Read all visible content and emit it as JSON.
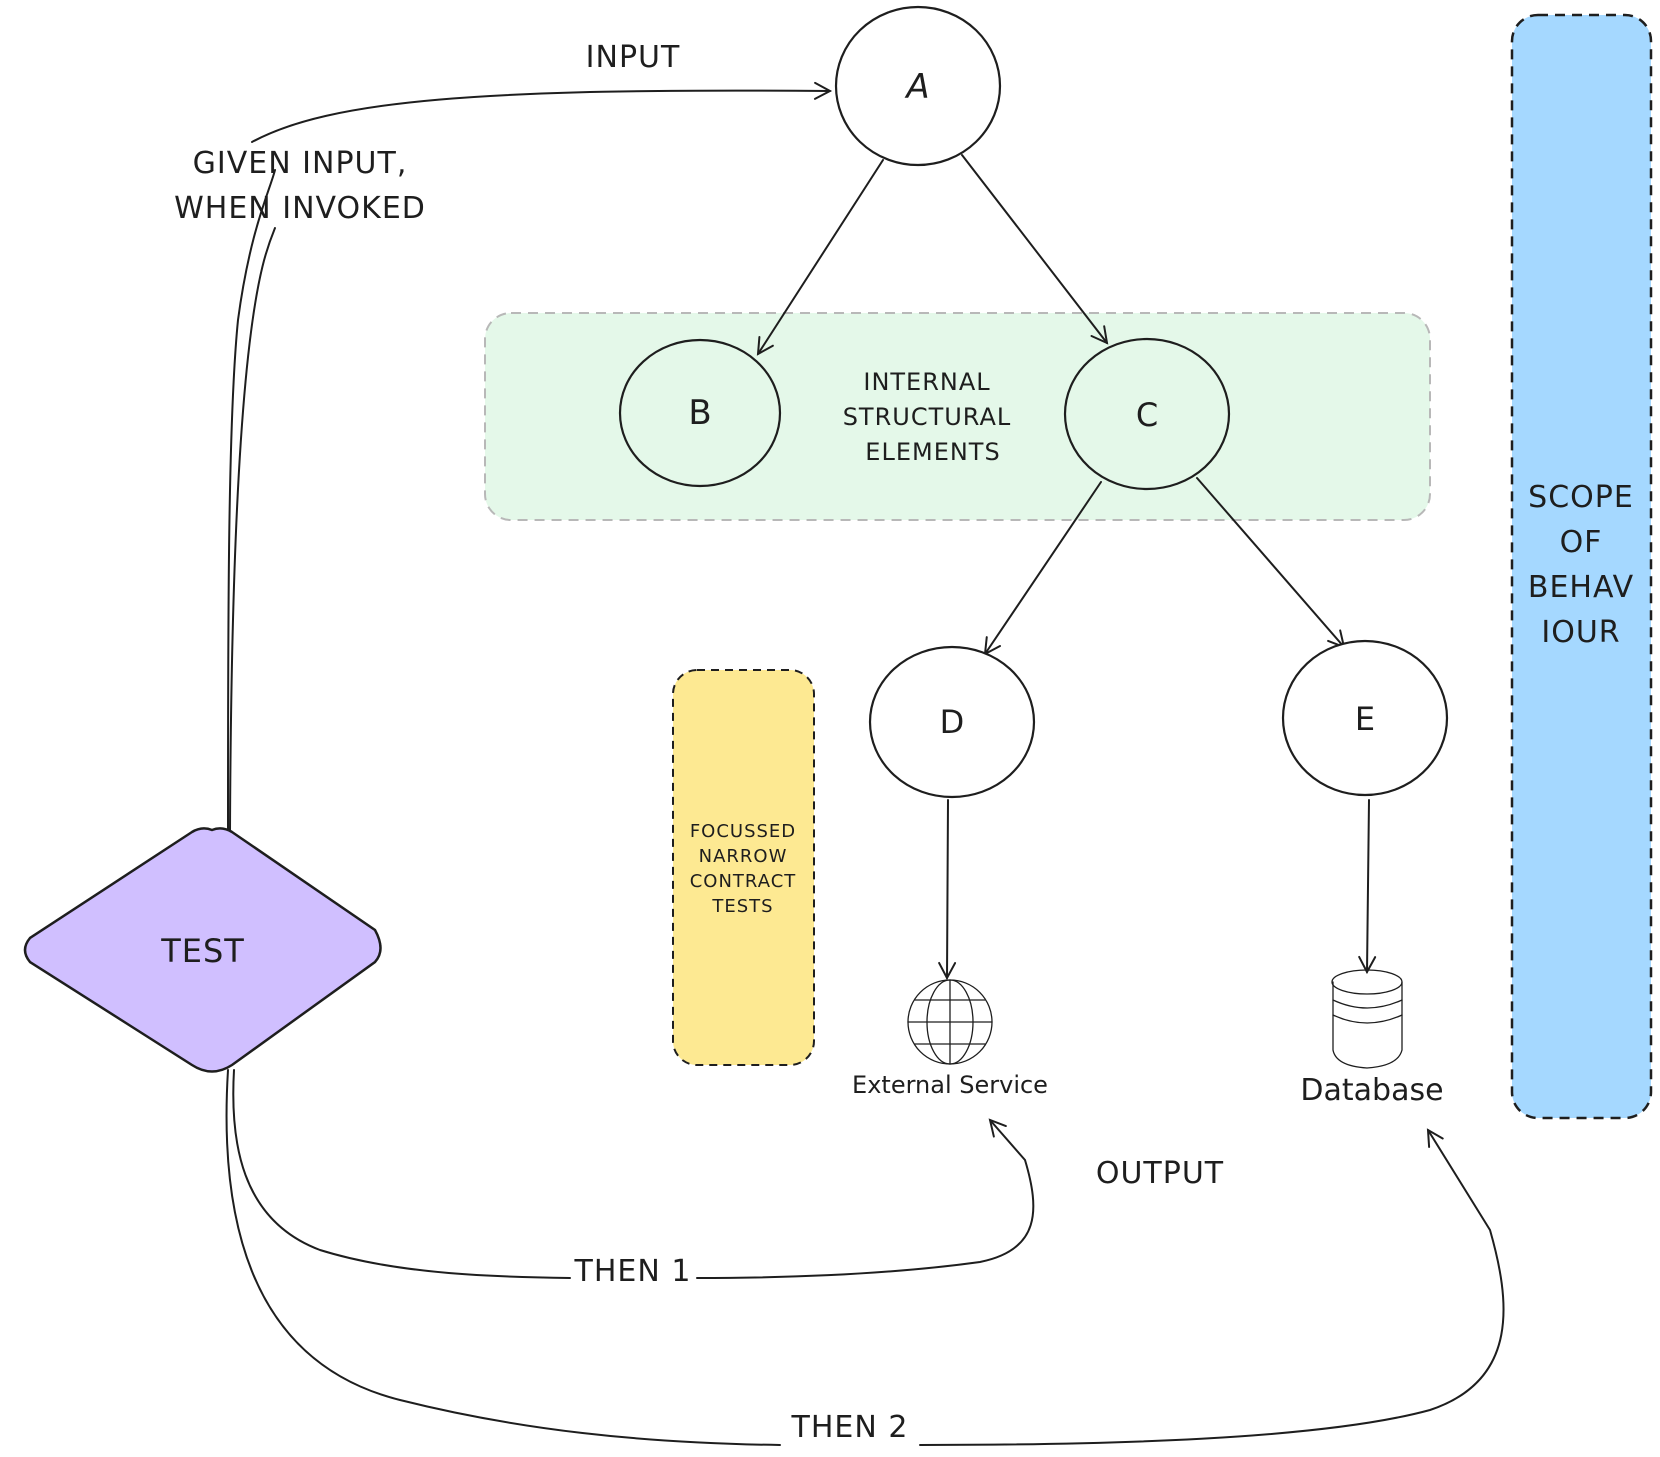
{
  "colors": {
    "stroke": "#1e1e1e",
    "internal_zone_fill": "#e4f8e9",
    "internal_zone_border": "#b8b8b8",
    "contract_zone_fill": "#fde992",
    "scope_zone_fill": "#a5d8ff",
    "test_fill": "#d0bfff",
    "node_fill_default": "#ffffff",
    "node_fill_internal": "#e4f8e9"
  },
  "labels": {
    "input": "INPUT",
    "given_line1": "GIVEN INPUT,",
    "given_line2": "WHEN INVOKED",
    "output": "OUTPUT",
    "then1": "THEN 1",
    "then2": "THEN 2"
  },
  "nodes": {
    "a": "A",
    "b": "B",
    "c": "C",
    "d": "D",
    "e": "E",
    "test": "TEST"
  },
  "zones": {
    "internal": [
      "INTERNAL",
      "STRUCTURAL",
      "ELEMENTS"
    ],
    "contract": [
      "FOCUSSED",
      "NARROW",
      "CONTRACT",
      "TESTS"
    ],
    "scope": [
      "SCOPE",
      "OF",
      "BEHAV",
      "IOUR"
    ]
  },
  "externals": {
    "service": {
      "label": "External Service",
      "icon": "globe-icon"
    },
    "database": {
      "label": "Database",
      "icon": "database-icon"
    }
  },
  "edges": [
    {
      "from": "test",
      "to": "a",
      "label": "given / input"
    },
    {
      "from": "a",
      "to": "b"
    },
    {
      "from": "a",
      "to": "c"
    },
    {
      "from": "c",
      "to": "d"
    },
    {
      "from": "c",
      "to": "e"
    },
    {
      "from": "d",
      "to": "service"
    },
    {
      "from": "e",
      "to": "database"
    },
    {
      "from": "test",
      "to": "service",
      "label": "then1"
    },
    {
      "from": "test",
      "to": "database",
      "label": "then2"
    }
  ]
}
